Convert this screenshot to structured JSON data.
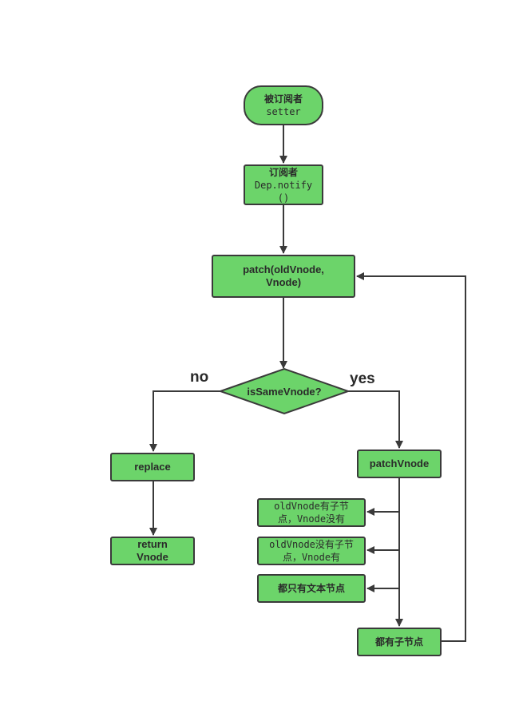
{
  "nodes": {
    "setter": {
      "line1": "被订阅者",
      "line2": "setter"
    },
    "notify": {
      "line1": "订阅者",
      "line2": "Dep.notify",
      "line3": "()"
    },
    "patch": {
      "line1": "patch(oldVnode,",
      "line2": "Vnode)"
    },
    "decision": {
      "label": "isSameVnode?"
    },
    "replace": {
      "label": "replace"
    },
    "return_vnode": {
      "line1": "return",
      "line2": "Vnode"
    },
    "patch_vnode": {
      "label": "patchVnode"
    },
    "case_old_children": {
      "line1": "oldVnode有子节",
      "line2": "点，Vnode没有"
    },
    "case_new_children": {
      "line1": "oldVnode没有子节",
      "line2": "点，Vnode有"
    },
    "case_text_only": {
      "label": "都只有文本节点"
    },
    "case_both_children": {
      "label": "都有子节点"
    }
  },
  "edge_labels": {
    "no": "no",
    "yes": "yes"
  },
  "colors": {
    "node_fill": "#6cd46a",
    "stroke": "#3a3a3a"
  }
}
